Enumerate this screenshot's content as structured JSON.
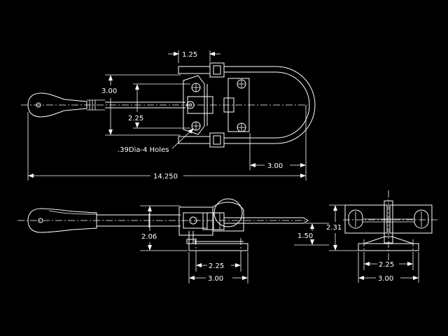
{
  "colors": {
    "background": "#000000",
    "line": "#ffffff"
  },
  "top_view": {
    "dim_width_top": "1.25",
    "dim_height_left": "3.00",
    "dim_inner": "2.25",
    "hole_note": ".39Dia-4 Holes",
    "dim_bail": "3.00",
    "dim_overall": "14.250"
  },
  "side_view": {
    "dim_height": "2.06",
    "dim_right": "1.50",
    "dim_hole_spacing": "2.25",
    "dim_base_width": "3.00"
  },
  "end_view": {
    "dim_height": "2.31",
    "dim_hole_spacing": "2.25",
    "dim_base_width": "3.00"
  }
}
